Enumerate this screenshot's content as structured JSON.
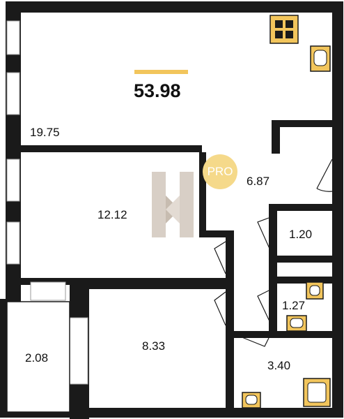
{
  "floor_plan": {
    "total_area": "53.98",
    "badge": "PRO",
    "rooms": [
      {
        "id": "living",
        "area": "19.75"
      },
      {
        "id": "hall",
        "area": "6.87"
      },
      {
        "id": "bedroom",
        "area": "12.12"
      },
      {
        "id": "bath-1",
        "area": "1.20"
      },
      {
        "id": "bath-2",
        "area": "1.27"
      },
      {
        "id": "balcony",
        "area": "2.08"
      },
      {
        "id": "bedroom-2",
        "area": "8.33"
      },
      {
        "id": "bathroom",
        "area": "3.40"
      }
    ],
    "fixtures": [
      "stove-icon",
      "sink-icon",
      "sink-icon",
      "sink-icon",
      "shower-icon",
      "logo-icon"
    ]
  },
  "colors": {
    "wall": "#1a1a1a",
    "accent": "#f2c55c",
    "fixture_fill": "#f2c55c",
    "badge": "#f5d98a",
    "logo": "#d8cfc6"
  }
}
